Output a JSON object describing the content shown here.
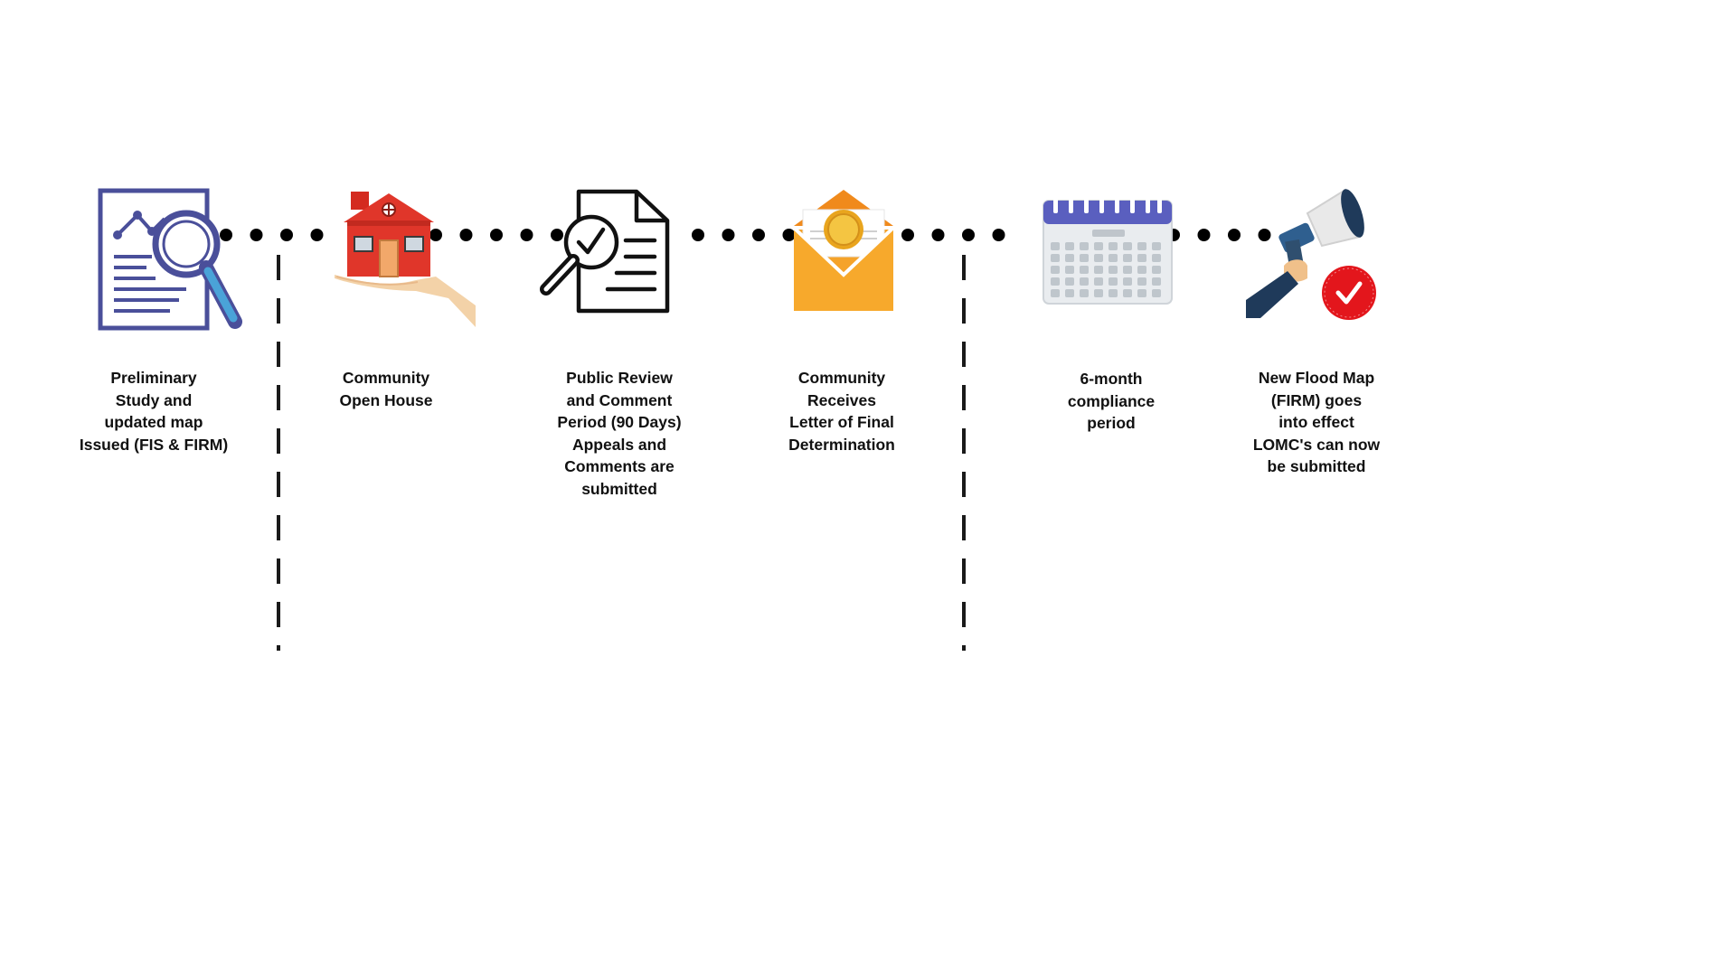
{
  "steps": [
    {
      "label": "Preliminary\nStudy and\nupdated map\nIssued (FIS & FIRM)",
      "icon": "magnifier-report-icon"
    },
    {
      "label": "Community\nOpen House",
      "icon": "house-in-hand-icon"
    },
    {
      "label": "Public Review\nand Comment\nPeriod (90 Days)\nAppeals and\nComments are\nsubmitted",
      "icon": "document-review-icon"
    },
    {
      "label": "Community\nReceives\nLetter of Final\nDetermination",
      "icon": "sealed-envelope-icon"
    },
    {
      "label": "6-month\ncompliance\nperiod",
      "icon": "calendar-icon"
    },
    {
      "label": "New Flood Map\n(FIRM) goes\ninto effect\nLOMC's can now\nbe submitted",
      "icon": "megaphone-check-icon"
    }
  ],
  "colors": {
    "dots": "#000000",
    "dashes": "#1a1a1a",
    "purple": "#4a4f9a",
    "house_red": "#e0362a",
    "envelope_orange": "#f5a32a",
    "calendar_blue": "#5a5fbf",
    "check_red": "#e3161c"
  }
}
